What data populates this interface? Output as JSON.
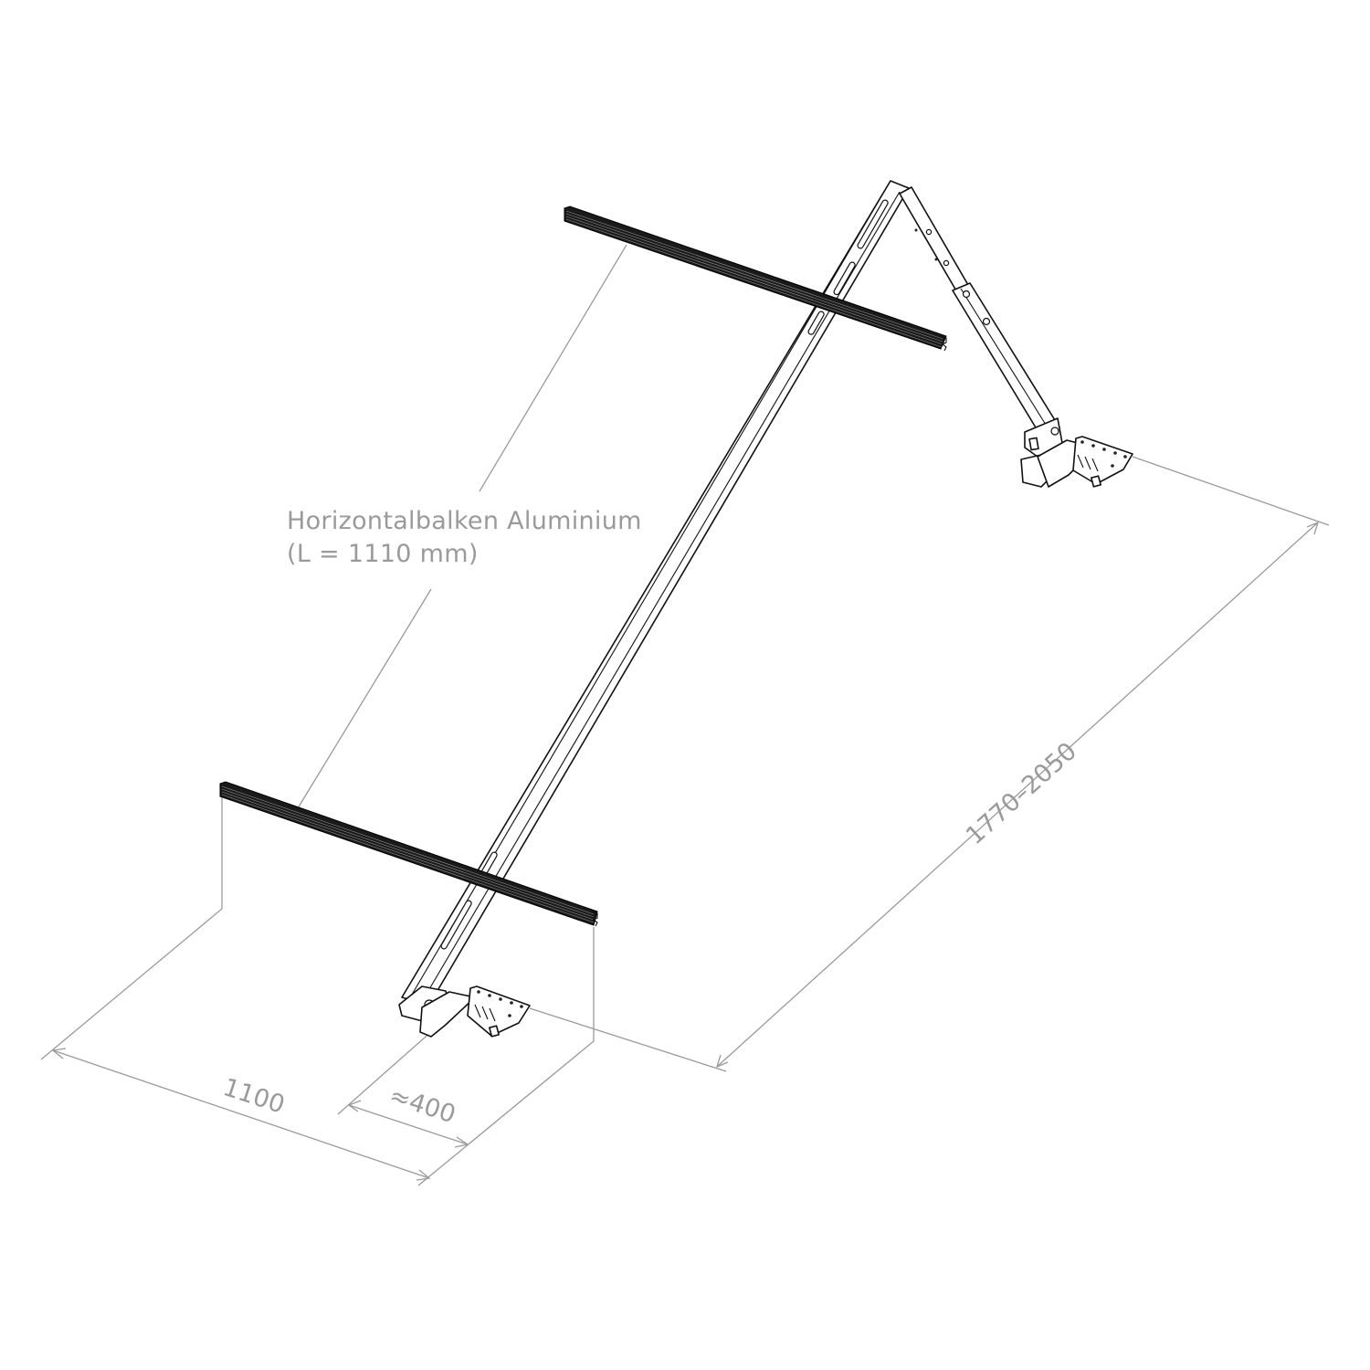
{
  "diagram": {
    "callout": {
      "line1": "Horizontalbalken Aluminium",
      "line2": "(L = 1110 mm)"
    },
    "dimensions": {
      "width_total": "1100",
      "offset": "≈400",
      "length": "1770–2050"
    },
    "colors": {
      "dimension_line": "#9a9a9a",
      "part_outline": "#111111",
      "beam_fill": "#1a1a1a",
      "background": "#ffffff"
    },
    "parts": [
      {
        "id": "upper-horizontal-beam"
      },
      {
        "id": "lower-horizontal-beam"
      },
      {
        "id": "main-rail"
      },
      {
        "id": "support-strut"
      },
      {
        "id": "upper-roof-hook"
      },
      {
        "id": "lower-roof-hook"
      }
    ]
  }
}
